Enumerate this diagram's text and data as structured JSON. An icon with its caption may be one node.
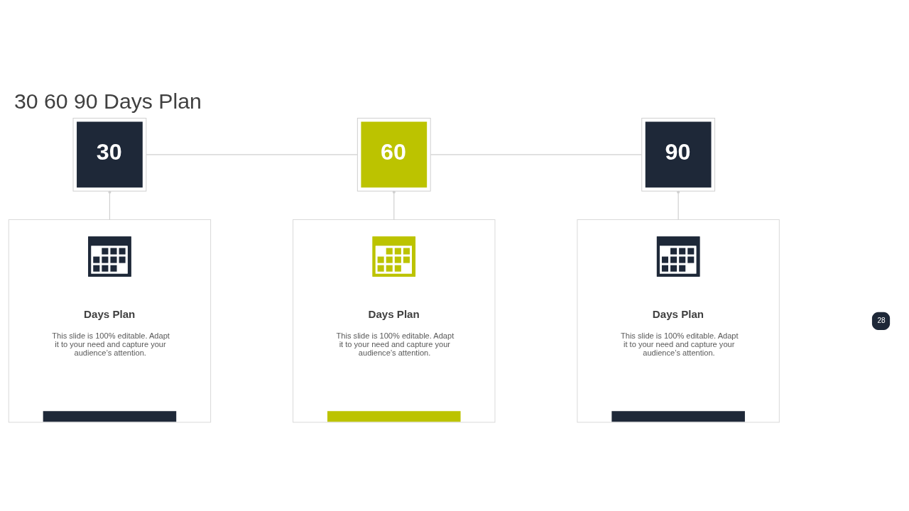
{
  "diagram": {
    "title": "30 60 90 Days Plan",
    "nodes": [
      {
        "text": [
          "30"
        ]
      },
      {
        "text": [
          "60"
        ]
      },
      {
        "text": [
          "90"
        ]
      },
      {
        "text": [
          "Days Plan",
          "This slide is 100% editable. Adapt it to your need and capture your audience’s attention."
        ]
      },
      {
        "text": [
          "Days Plan",
          "This slide is 100% editable. Adapt it to your need and capture your audience’s attention."
        ]
      },
      {
        "text": [
          "Days Plan",
          "This slide is 100% editable. Adapt it to your need and capture your audience’s attention."
        ]
      }
    ],
    "edges": [
      {
        "from": 0,
        "to": 1,
        "arrow": "none"
      },
      {
        "from": 1,
        "to": 2,
        "arrow": "none"
      },
      {
        "from": 0,
        "to": 3,
        "arrow": "other"
      },
      {
        "from": 1,
        "to": 4,
        "arrow": "other"
      },
      {
        "from": 2,
        "to": 5,
        "arrow": "other"
      }
    ],
    "labels": [
      "28"
    ]
  }
}
